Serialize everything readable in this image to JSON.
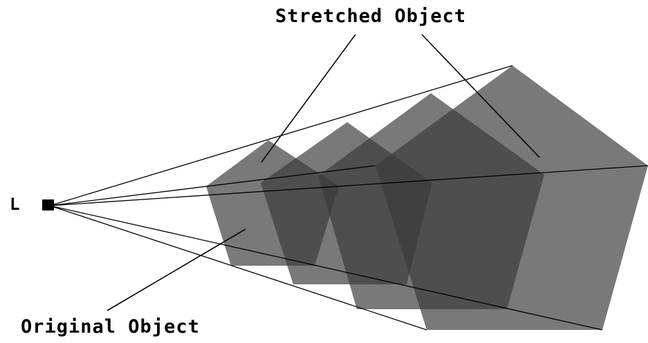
{
  "labels": {
    "stretched": "Stretched Object",
    "original": "Original Object",
    "light": "L"
  },
  "colors": {
    "background": "#ffffff",
    "shape_fill": "#3a3a3a",
    "shape_opacity": 0.68,
    "line": "#000000"
  }
}
